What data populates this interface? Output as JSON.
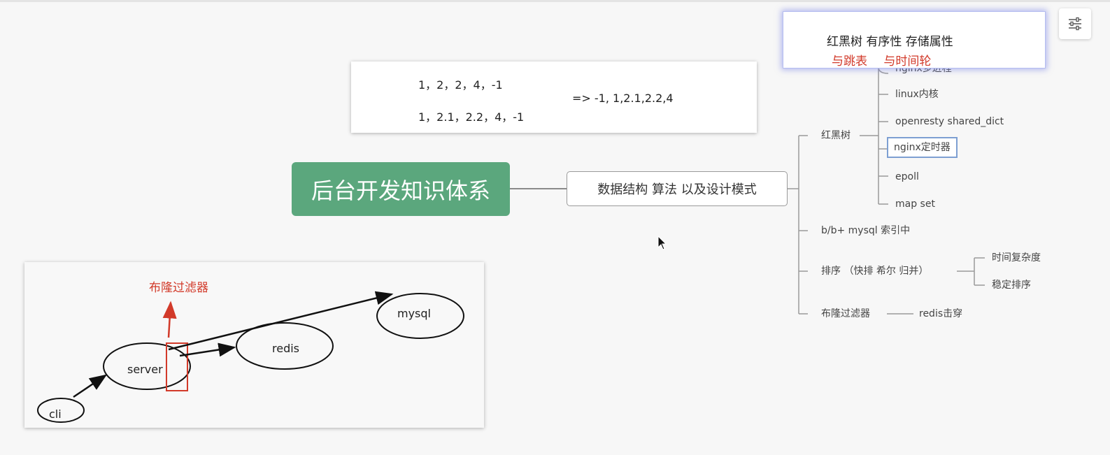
{
  "root": {
    "title": "后台开发知识体系"
  },
  "main_topic": {
    "label": "数据结构 算法 以及设计模式"
  },
  "note_card": {
    "line1": "1，2，2，4，-1",
    "line2": "1，2.1，2.2，4，-1",
    "result": "=> -1, 1,2.1,2.2,4"
  },
  "popup": {
    "line1": "红黑树 有序性  存储属性",
    "line2": "与跳表  与时间轮"
  },
  "branches": {
    "rbtree": {
      "label": "红黑树",
      "children": [
        "nginx多进程",
        "linux内核",
        "openresty shared_dict",
        "nginx定时器",
        "epoll",
        "map set"
      ]
    },
    "btree": {
      "label": "b/b+ mysql 索引中"
    },
    "sort": {
      "label": "排序 （快排 希尔 归并）",
      "children": [
        "时间复杂度",
        "稳定排序"
      ]
    },
    "bloom": {
      "label": "布隆过滤器",
      "child": "redis击穿"
    }
  },
  "diagram": {
    "title": "布隆过滤器",
    "nodes": {
      "cli": "cli",
      "server": "server",
      "redis": "redis",
      "mysql": "mysql"
    }
  },
  "colors": {
    "root_bg": "#5ba77d",
    "accent_red": "#d23a2a",
    "highlight_border": "#7d9fd2"
  },
  "icons": {
    "settings": "sliders-icon",
    "cursor": "mouse-pointer-icon"
  }
}
